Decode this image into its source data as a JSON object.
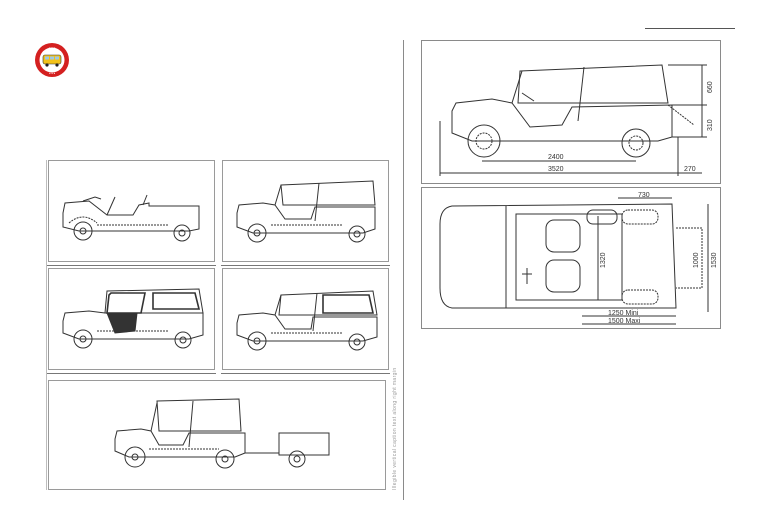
{
  "document": {
    "type": "scanned brochure spread",
    "logo": {
      "icon": "school-bus-badge-icon",
      "colors": {
        "ring": "#d42020",
        "bus": "#f2c21a"
      }
    },
    "left_page": {
      "caption_vertical": "Illegible vertical caption text along right margin",
      "panels": [
        {
          "id": "open-body",
          "description": "Open vehicle without roof"
        },
        {
          "id": "soft-top",
          "description": "Vehicle with full canvas roof"
        },
        {
          "id": "hard-doors",
          "description": "Vehicle with dark front door and closed cabin"
        },
        {
          "id": "rear-windows",
          "description": "Vehicle with rear side windows, open front"
        },
        {
          "id": "with-trailer",
          "description": "Vehicle towing a small trailer"
        }
      ]
    },
    "right_page": {
      "side_view": {
        "dimensions": {
          "wheelbase": "2400",
          "overall_length": "3520",
          "rear_overhang": "270",
          "roof_height": "660",
          "body_height": "310"
        }
      },
      "top_view": {
        "dimensions": {
          "rear_section": "730",
          "interior_width": "1320",
          "rear_opening": "1000",
          "overall_width": "1530",
          "floor_min": "1250 Mini",
          "floor_max": "1500 Maxi"
        }
      }
    }
  }
}
